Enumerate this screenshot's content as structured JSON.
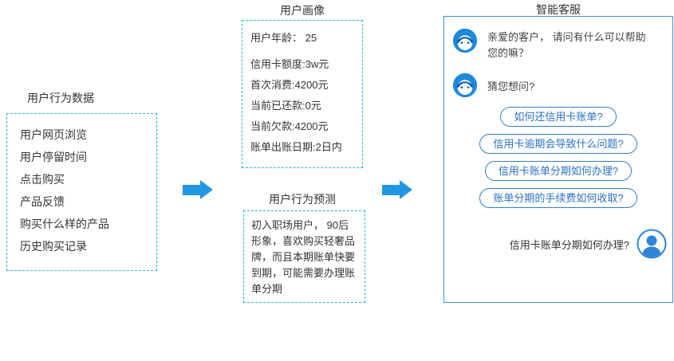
{
  "left_panel": {
    "title": "用户行为数据",
    "items": [
      "用户网页浏览",
      "用户停留时间",
      "点击购买",
      "产品反馈",
      "购买什么样的产品",
      "历史购买记录"
    ]
  },
  "middle_panel": {
    "profile_title": "用户画像",
    "profile_items": [
      "用户年龄：  25",
      "信用卡额度:3w元",
      "首次消费:4200元",
      "当前已还款:0元",
      "当前欠款:4200元",
      "账单出账日期:2日内"
    ],
    "prediction_title": "用户行为预测",
    "prediction_text": "初入职场用户， 90后形象，喜欢购买轻奢品牌，而且本期账单快要到期，可能需要办理账单分期"
  },
  "right_panel": {
    "title": "智能客服",
    "messages": [
      {
        "text": "亲爱的客户， 请问有什么可以帮助您的嘛？"
      },
      {
        "text": "猜您想问?"
      }
    ],
    "quick_questions": [
      "如何还信用卡账单?",
      "信用卡逾期会导致什么问题?",
      "信用卡账单分期如何办理?",
      "账单分期的手续费如何收取?"
    ],
    "user_message": "信用卡账单分期如何办理?"
  },
  "colors": {
    "dashed_border": "#2ab5dd",
    "arrow": "#2196e3",
    "chat_border": "#4090d9",
    "button_border": "#2f80cf",
    "button_text": "#2b72c4",
    "avatar_blue": "#1d89dd"
  }
}
